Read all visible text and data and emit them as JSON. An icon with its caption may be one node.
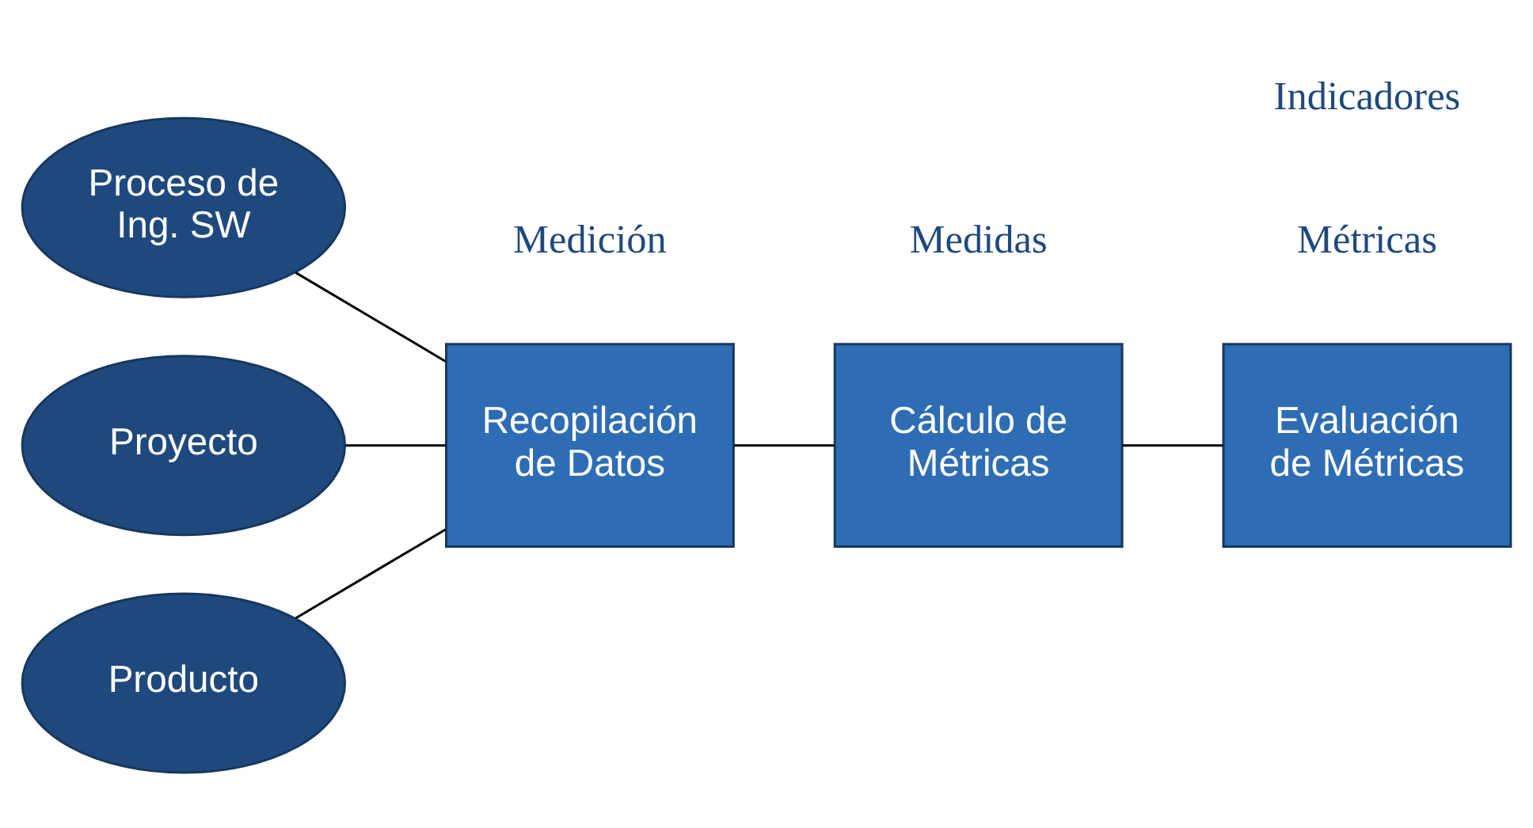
{
  "diagram": {
    "nodes": [
      {
        "text": [
          "Proceso de Ing. SW"
        ]
      },
      {
        "text": [
          "Proyecto"
        ]
      },
      {
        "text": [
          "Producto"
        ]
      },
      {
        "text": [
          "Recopilación de Datos"
        ]
      },
      {
        "text": [
          "Cálculo de Métricas"
        ]
      },
      {
        "text": [
          "Evaluación de Métricas"
        ]
      }
    ],
    "edges": [
      {
        "from": 0,
        "to": 3,
        "arrow": "none"
      },
      {
        "from": 1,
        "to": 3,
        "arrow": "none"
      },
      {
        "from": 2,
        "to": 3,
        "arrow": "none"
      },
      {
        "from": 3,
        "to": 4,
        "arrow": "none"
      },
      {
        "from": 4,
        "to": 5,
        "arrow": "none"
      }
    ],
    "labels": [
      "Medición",
      "Medidas",
      "Métricas",
      "Indicadores"
    ]
  }
}
